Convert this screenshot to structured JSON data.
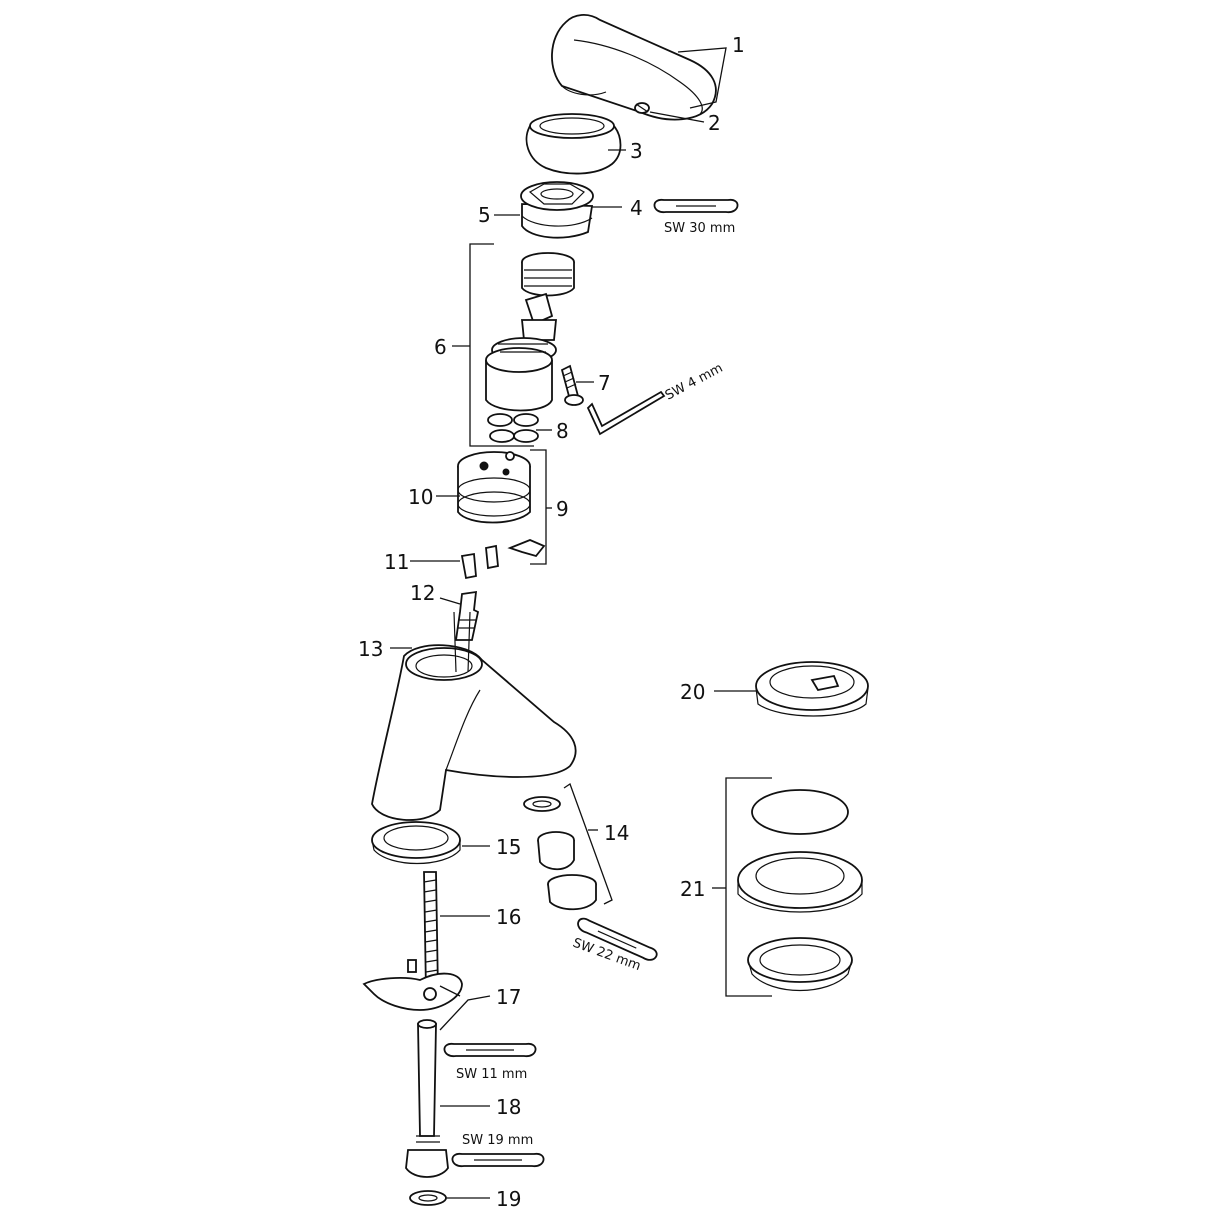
{
  "diagram": {
    "part_numbers": {
      "p1": "1",
      "p2": "2",
      "p3": "3",
      "p4": "4",
      "p5": "5",
      "p6": "6",
      "p7": "7",
      "p8": "8",
      "p9": "9",
      "p10": "10",
      "p11": "11",
      "p12": "12",
      "p13": "13",
      "p14": "14",
      "p15": "15",
      "p16": "16",
      "p17": "17",
      "p18": "18",
      "p19": "19",
      "p20": "20",
      "p21": "21"
    },
    "tools": {
      "sw30": "SW 30 mm",
      "sw4": "SW 4 mm",
      "sw22": "SW 22 mm",
      "sw11": "SW 11 mm",
      "sw19": "SW 19 mm"
    }
  }
}
